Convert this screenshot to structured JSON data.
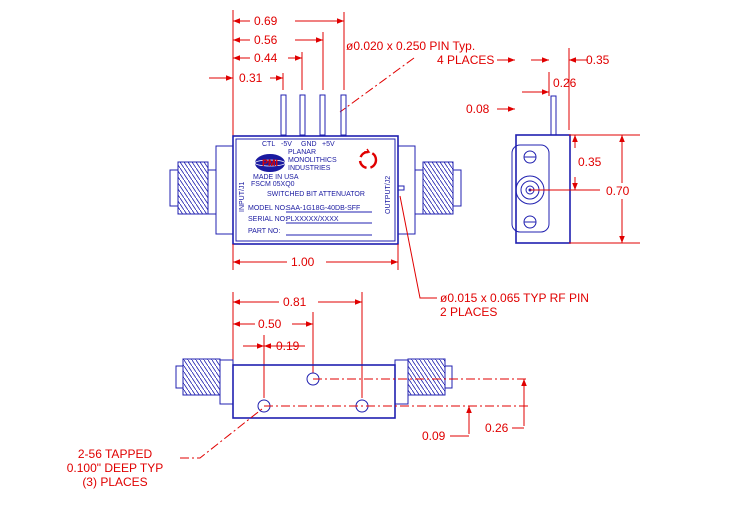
{
  "top_view": {
    "dims": {
      "d069": "0.69",
      "d056": "0.56",
      "d044": "0.44",
      "d031": "0.31",
      "d100": "1.00"
    },
    "pin_note": [
      "ø0.020 x 0.250 PIN Typ.",
      "4 PLACES"
    ],
    "pin_labels": [
      "CTL",
      "-5V",
      "GND",
      "+5V"
    ],
    "company": [
      "PLANAR",
      "MONOLITHICS",
      "INDUSTRIES"
    ],
    "logo": "PMI",
    "made_in": [
      "MADE IN USA",
      "FSCM 05XQ0"
    ],
    "product": "SWITCHED BIT ATTENUATOR",
    "model_label": "MODEL NO:",
    "model_value": "SAA-1G18G-40DB-SFF",
    "serial_label": "SERIAL NO:",
    "serial_value": "PLXXXXX/XXXX",
    "part_label": "PART   NO:",
    "input_label": "INPUT/J1",
    "output_label": "OUTPUT/J2"
  },
  "side_view": {
    "dims": {
      "d035_top": "0.35",
      "d026": "0.26",
      "d008": "0.08",
      "d035_right": "0.35",
      "d070": "0.70"
    }
  },
  "rf_note": [
    "ø0.015 x 0.065 TYP RF PIN",
    "2 PLACES"
  ],
  "bottom_view": {
    "dims": {
      "d081": "0.81",
      "d050": "0.50",
      "d019": "0.19",
      "d009": "0.09",
      "d026": "0.26"
    }
  },
  "tap_note": [
    "2-56 TAPPED",
    "0.100\" DEEP TYP",
    "(3) PLACES"
  ]
}
